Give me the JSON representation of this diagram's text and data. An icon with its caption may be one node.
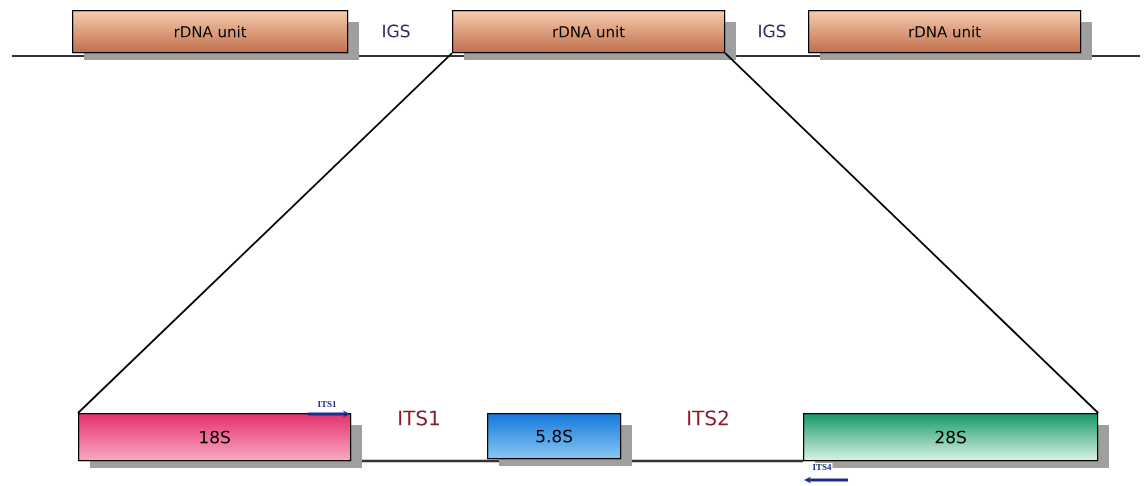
{
  "diagram": {
    "nodes": [
      {
        "text": [
          "rDNA unit"
        ]
      },
      {
        "text": [
          "rDNA unit"
        ]
      },
      {
        "text": [
          "rDNA unit"
        ]
      },
      {
        "text": [
          "18S"
        ]
      },
      {
        "text": [
          "5.8S"
        ]
      },
      {
        "text": [
          "28S"
        ]
      }
    ],
    "edges": [
      {
        "from": 1,
        "to": 3,
        "arrow": "none"
      },
      {
        "from": 1,
        "to": 5,
        "arrow": "none"
      }
    ],
    "labels": [
      "IGS",
      "IGS",
      "ITS1",
      "ITS1",
      "ITS2",
      "ITS4"
    ]
  }
}
